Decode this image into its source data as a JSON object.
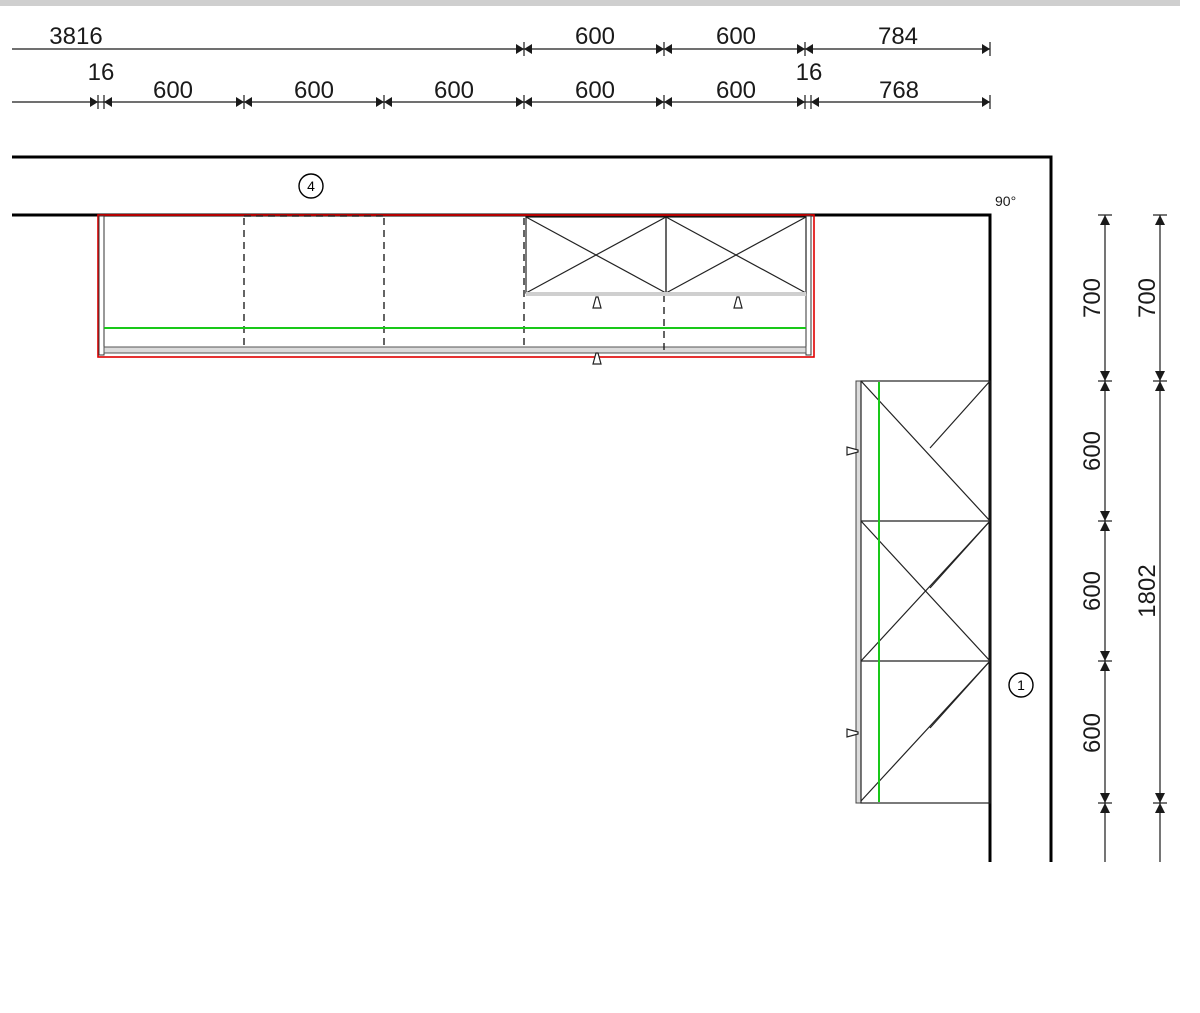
{
  "dimensions": {
    "top_row_1": [
      "3816",
      "600",
      "600",
      "784"
    ],
    "top_row_2": [
      "16",
      "600",
      "600",
      "600",
      "600",
      "600",
      "16",
      "768"
    ],
    "right_col_1": [
      "700",
      "600",
      "600",
      "600"
    ],
    "right_col_2": [
      "700",
      "1802"
    ]
  },
  "angle": "90°",
  "markers": [
    "4",
    "1"
  ],
  "colors": {
    "wall": "#000000",
    "cabinet": "#333333",
    "selection": "#e00000",
    "guide_line": "#19c819",
    "header_bar": "#cfcfcf"
  }
}
